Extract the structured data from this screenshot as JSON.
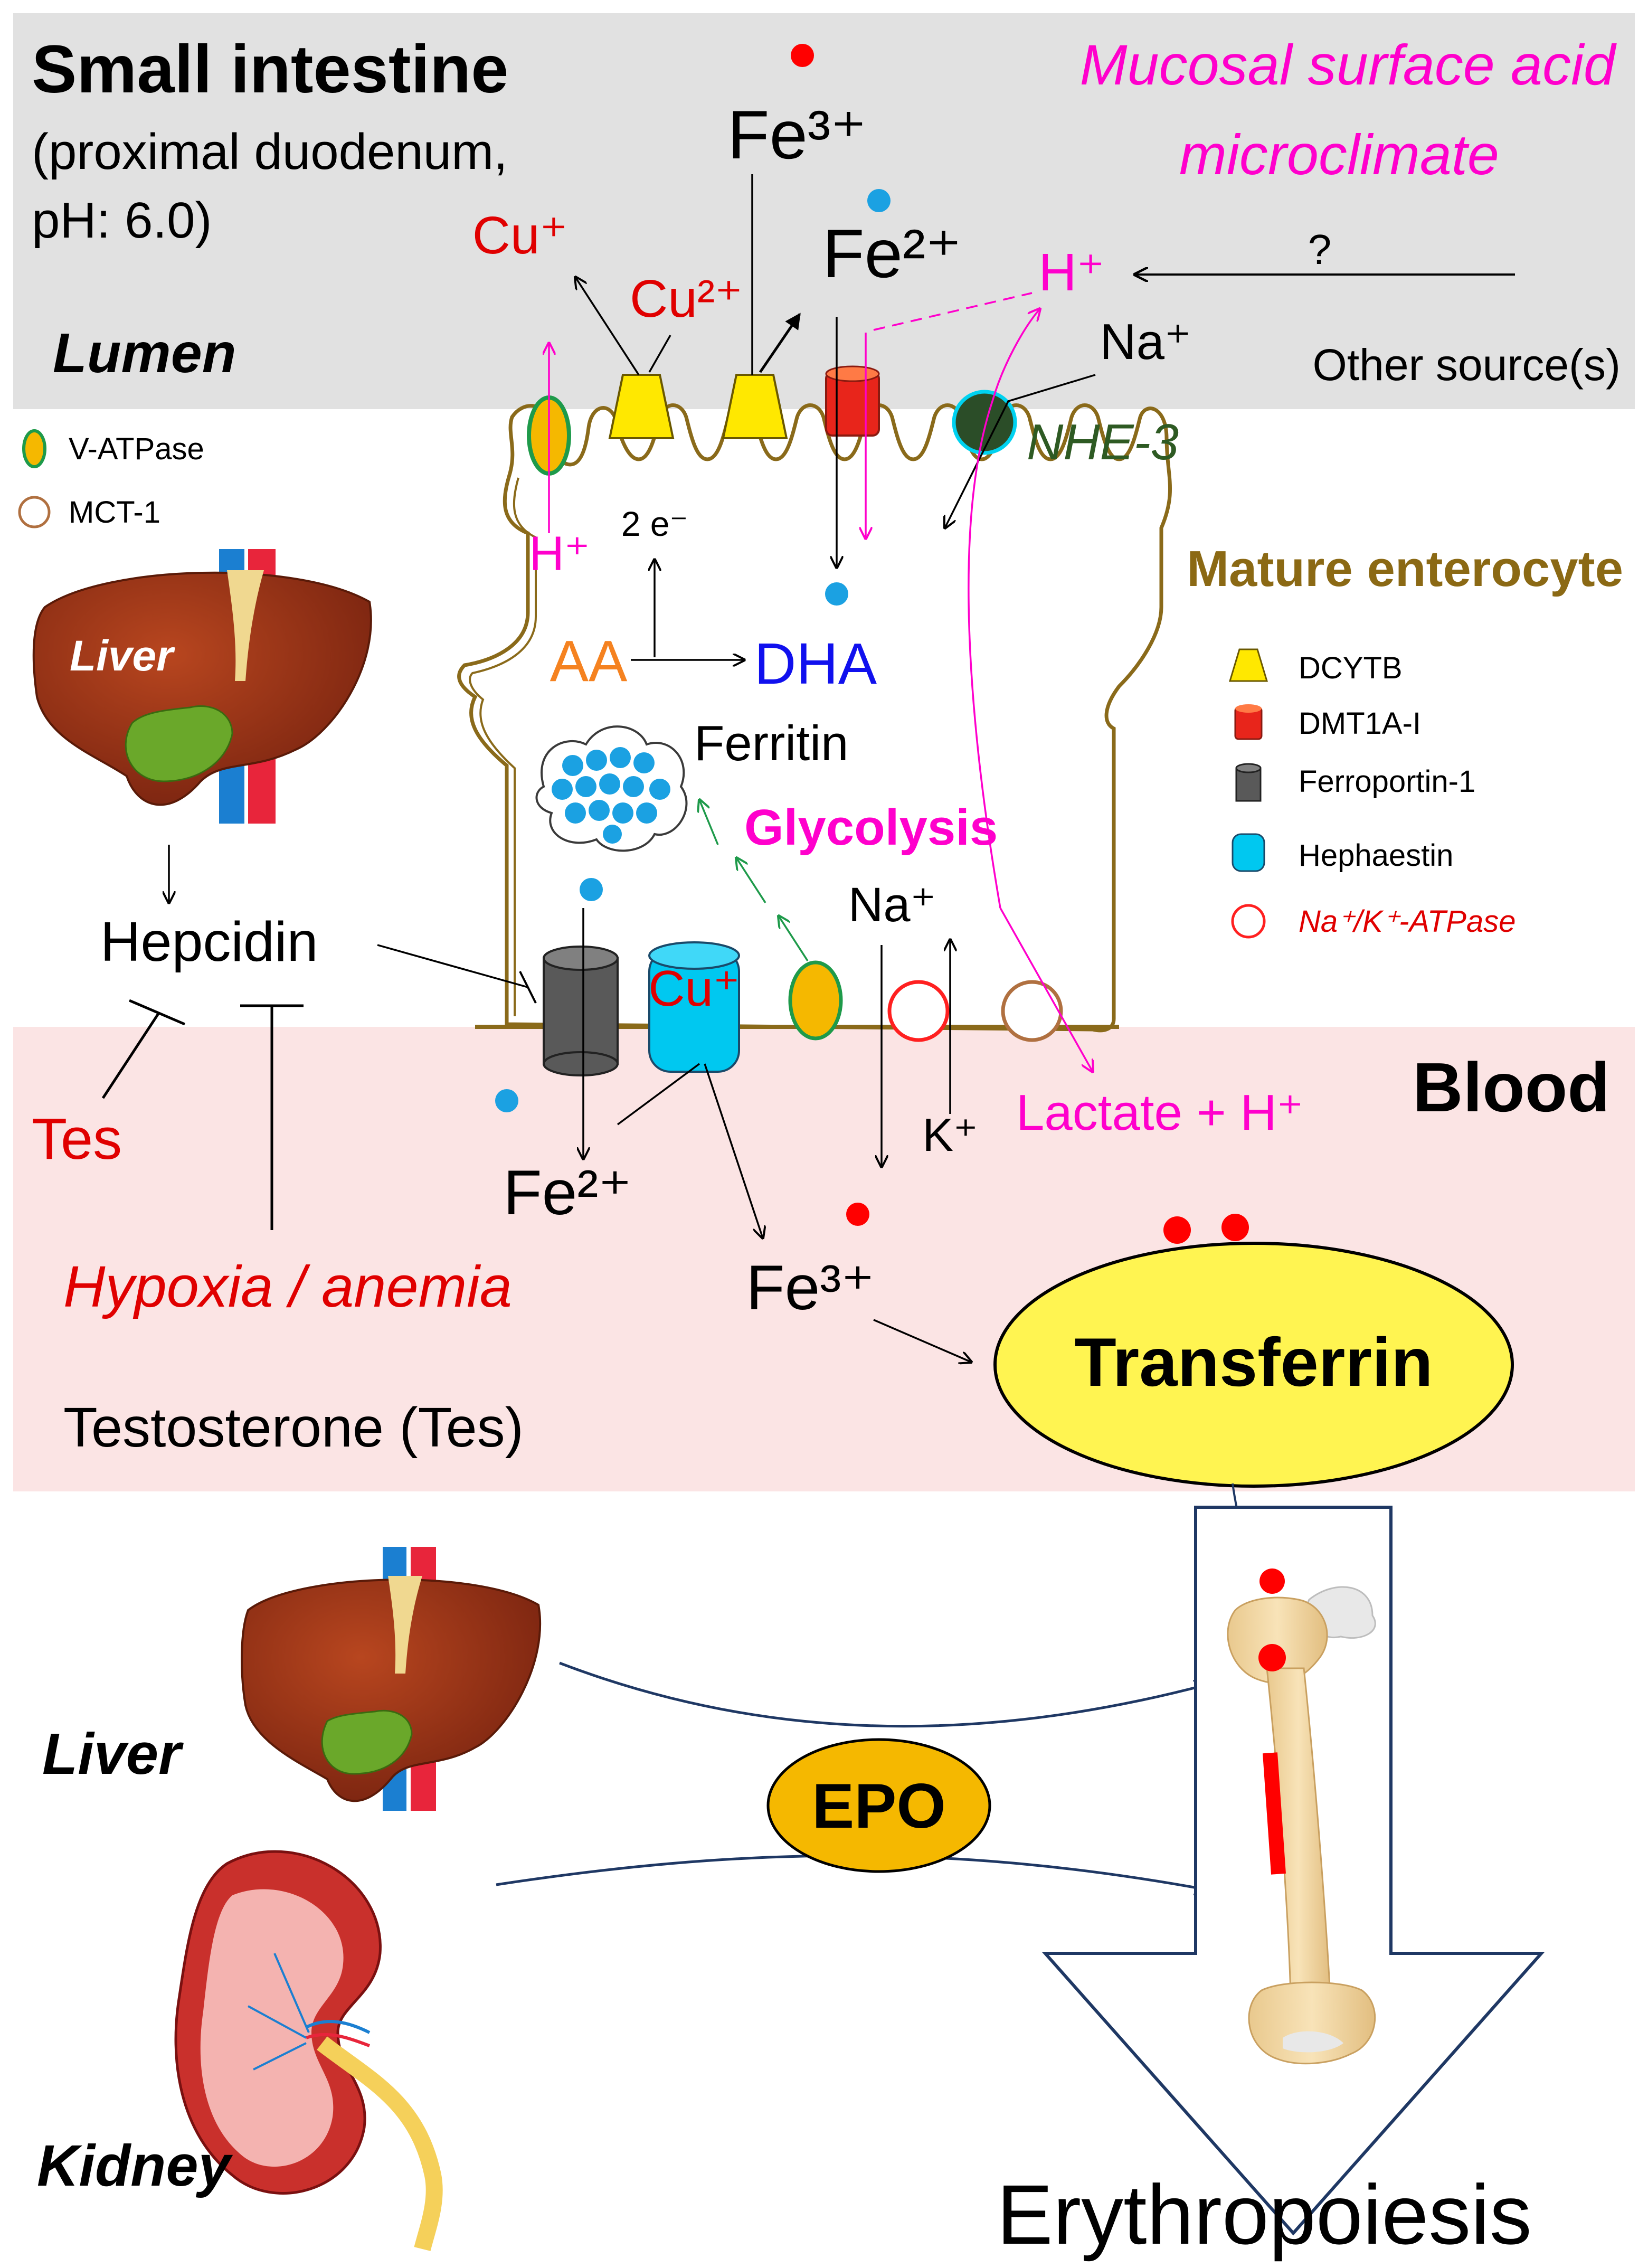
{
  "colors": {
    "lumen_bg": "#e1e1e1",
    "blood_bg": "#fbe4e4",
    "membrane": "#8a6a1a",
    "iron_red": "#ff0000",
    "iron_blue": "#1ba1e2",
    "magenta": "#ff00cc",
    "green": "#1e9a4a",
    "dark_green": "#2e5a23",
    "gold_text": "#8b6914",
    "dcytb": "#ffe800",
    "dmt1": "#e8251b",
    "ferroportin": "#595959",
    "hephaestin": "#00c8f0",
    "transferrin": "#fff451",
    "epo": "#f5b800"
  },
  "lumen": {
    "title": "Small intestine",
    "subtitle_line1": "(proximal duodenum,",
    "subtitle_line2": "pH: 6.0)",
    "label": "Lumen",
    "acid_line1": "Mucosal surface acid",
    "acid_line2": "microclimate",
    "question": "?",
    "other_source": "Other source(s)"
  },
  "ions": {
    "fe3_top": "Fe³⁺",
    "fe2_top": "Fe²⁺",
    "cu_plus_top": "Cu⁺",
    "cu2_top": "Cu²⁺",
    "h_plus_lumen": "H⁺",
    "na_plus_lumen": "Na⁺",
    "h_plus_cell": "H⁺",
    "two_e": "2 e⁻",
    "aa": "AA",
    "dha": "DHA",
    "ferritin": "Ferritin",
    "glycolysis": "Glycolysis",
    "na_plus_cell": "Na⁺",
    "k_plus": "K⁺",
    "cu_plus_hephaestin": "Cu⁺",
    "lactate": "Lactate + H⁺",
    "fe2_blood": "Fe²⁺",
    "fe3_blood": "Fe³⁺"
  },
  "cell": {
    "title": "Mature enterocyte",
    "nhe3": "NHE-3"
  },
  "legend_left": [
    {
      "label": "V-ATPase",
      "icon": "v-atpase-icon"
    },
    {
      "label": "MCT-1",
      "icon": "mct1-icon"
    }
  ],
  "legend_right": [
    {
      "label": "DCYTB",
      "icon": "dcytb-icon"
    },
    {
      "label": "DMT1A-I",
      "icon": "dmt1-icon"
    },
    {
      "label": "Ferroportin-1",
      "icon": "ferroportin-icon"
    },
    {
      "label": "Hephaestin",
      "icon": "hephaestin-icon"
    },
    {
      "label": "Na⁺/K⁺-ATPase",
      "icon": "na-k-atpase-icon"
    }
  ],
  "left": {
    "liver_label": "Liver",
    "hepcidin": "Hepcidin",
    "tes": "Tes",
    "hypoxia": "Hypoxia / anemia",
    "testosterone": "Testosterone (Tes)"
  },
  "blood": {
    "label": "Blood",
    "transferrin": "Transferrin"
  },
  "bottom": {
    "liver_label": "Liver",
    "kidney_label": "Kidney",
    "epo": "EPO",
    "erythropoiesis": "Erythropoiesis"
  }
}
